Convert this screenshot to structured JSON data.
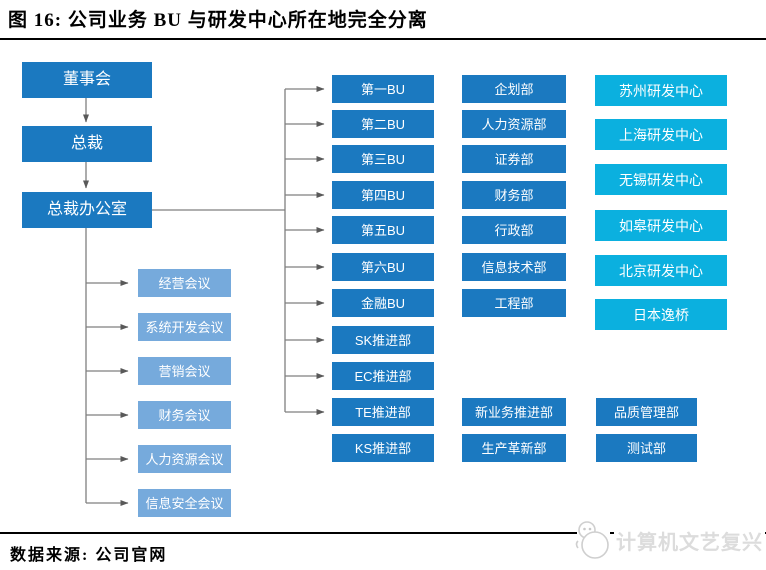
{
  "title": "图 16: 公司业务 BU 与研发中心所在地完全分离",
  "source": "数据来源: 公司官网",
  "watermark": {
    "text": "计算机文艺复兴"
  },
  "colors": {
    "dark_blue": "#1B79C0",
    "light_blue": "#76AADC",
    "cyan": "#0BB0DF",
    "line_gray": "#7F7F7F",
    "rule_black": "#000000",
    "watermark_gray": "#DCDCDC"
  },
  "org": {
    "executive_chain": [
      "董事会",
      "总裁",
      "总裁办公室"
    ],
    "meetings": [
      "经营会议",
      "系统开发会议",
      "营销会议",
      "财务会议",
      "人力资源会议",
      "信息安全会议"
    ],
    "business_units": [
      "第一BU",
      "第二BU",
      "第三BU",
      "第四BU",
      "第五BU",
      "第六BU",
      "金融BU",
      "SK推进部",
      "EC推进部",
      "TE推进部",
      "KS推进部"
    ],
    "departments": [
      "企划部",
      "人力资源部",
      "证券部",
      "财务部",
      "行政部",
      "信息技术部",
      "工程部"
    ],
    "departments_lower": [
      "新业务推进部",
      "生产革新部"
    ],
    "rd_centers": [
      "苏州研发中心",
      "上海研发中心",
      "无锡研发中心",
      "如皋研发中心",
      "北京研发中心",
      "日本逸桥"
    ],
    "qa_departments": [
      "品质管理部",
      "测试部"
    ]
  }
}
